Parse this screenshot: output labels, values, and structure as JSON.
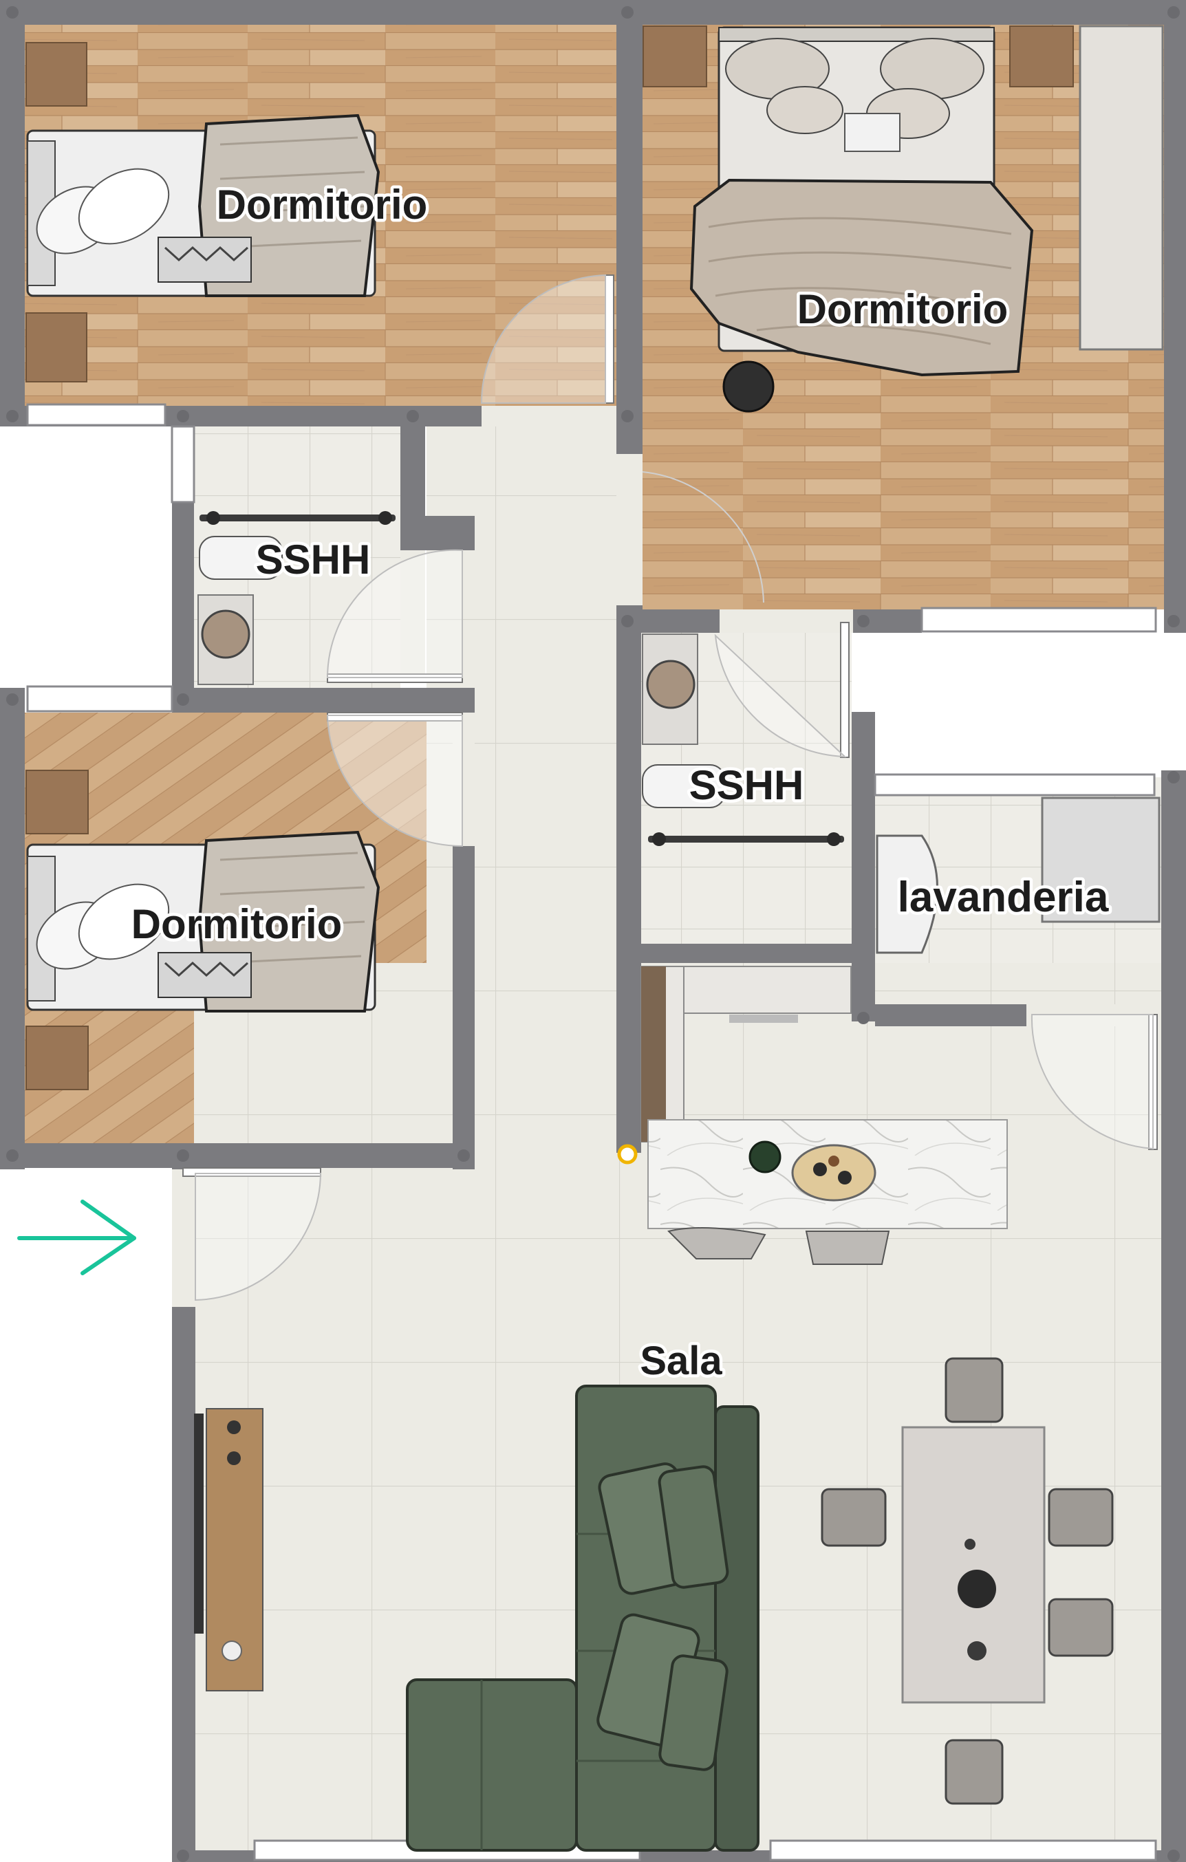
{
  "rooms": {
    "bedroom_top_left": "Dormitorio",
    "bedroom_master": "Dormitorio",
    "bedroom_left": "Dormitorio",
    "bath_left": "SSHH",
    "bath_center": "SSHH",
    "laundry": "lavanderia",
    "living": "Sala"
  },
  "icons": {
    "entrance": "entrance-arrow-icon"
  },
  "colors": {
    "wall": "#7b7b7f",
    "wood_floor": "#cda77f",
    "tile_floor": "#ecebe4",
    "sofa": "#5a6b58",
    "entrance_arrow": "#19c49a",
    "marker": "#f0b400"
  }
}
